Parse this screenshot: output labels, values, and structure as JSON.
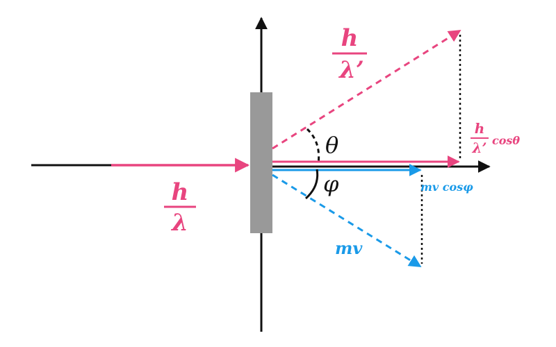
{
  "colors": {
    "pink": "#e8457f",
    "blue": "#1a9ae8",
    "black": "#111111",
    "plate": "#999999"
  },
  "labels": {
    "incident": {
      "numerator": "h",
      "denominator": "λ"
    },
    "scattered": {
      "numerator": "h",
      "denominator": "λ’"
    },
    "scattered_component": {
      "numerator": "h",
      "denominator": "λ’",
      "suffix": "cosθ"
    },
    "theta": "θ",
    "phi": "φ",
    "electron_momentum": "mv",
    "electron_component": "mv cosφ"
  }
}
